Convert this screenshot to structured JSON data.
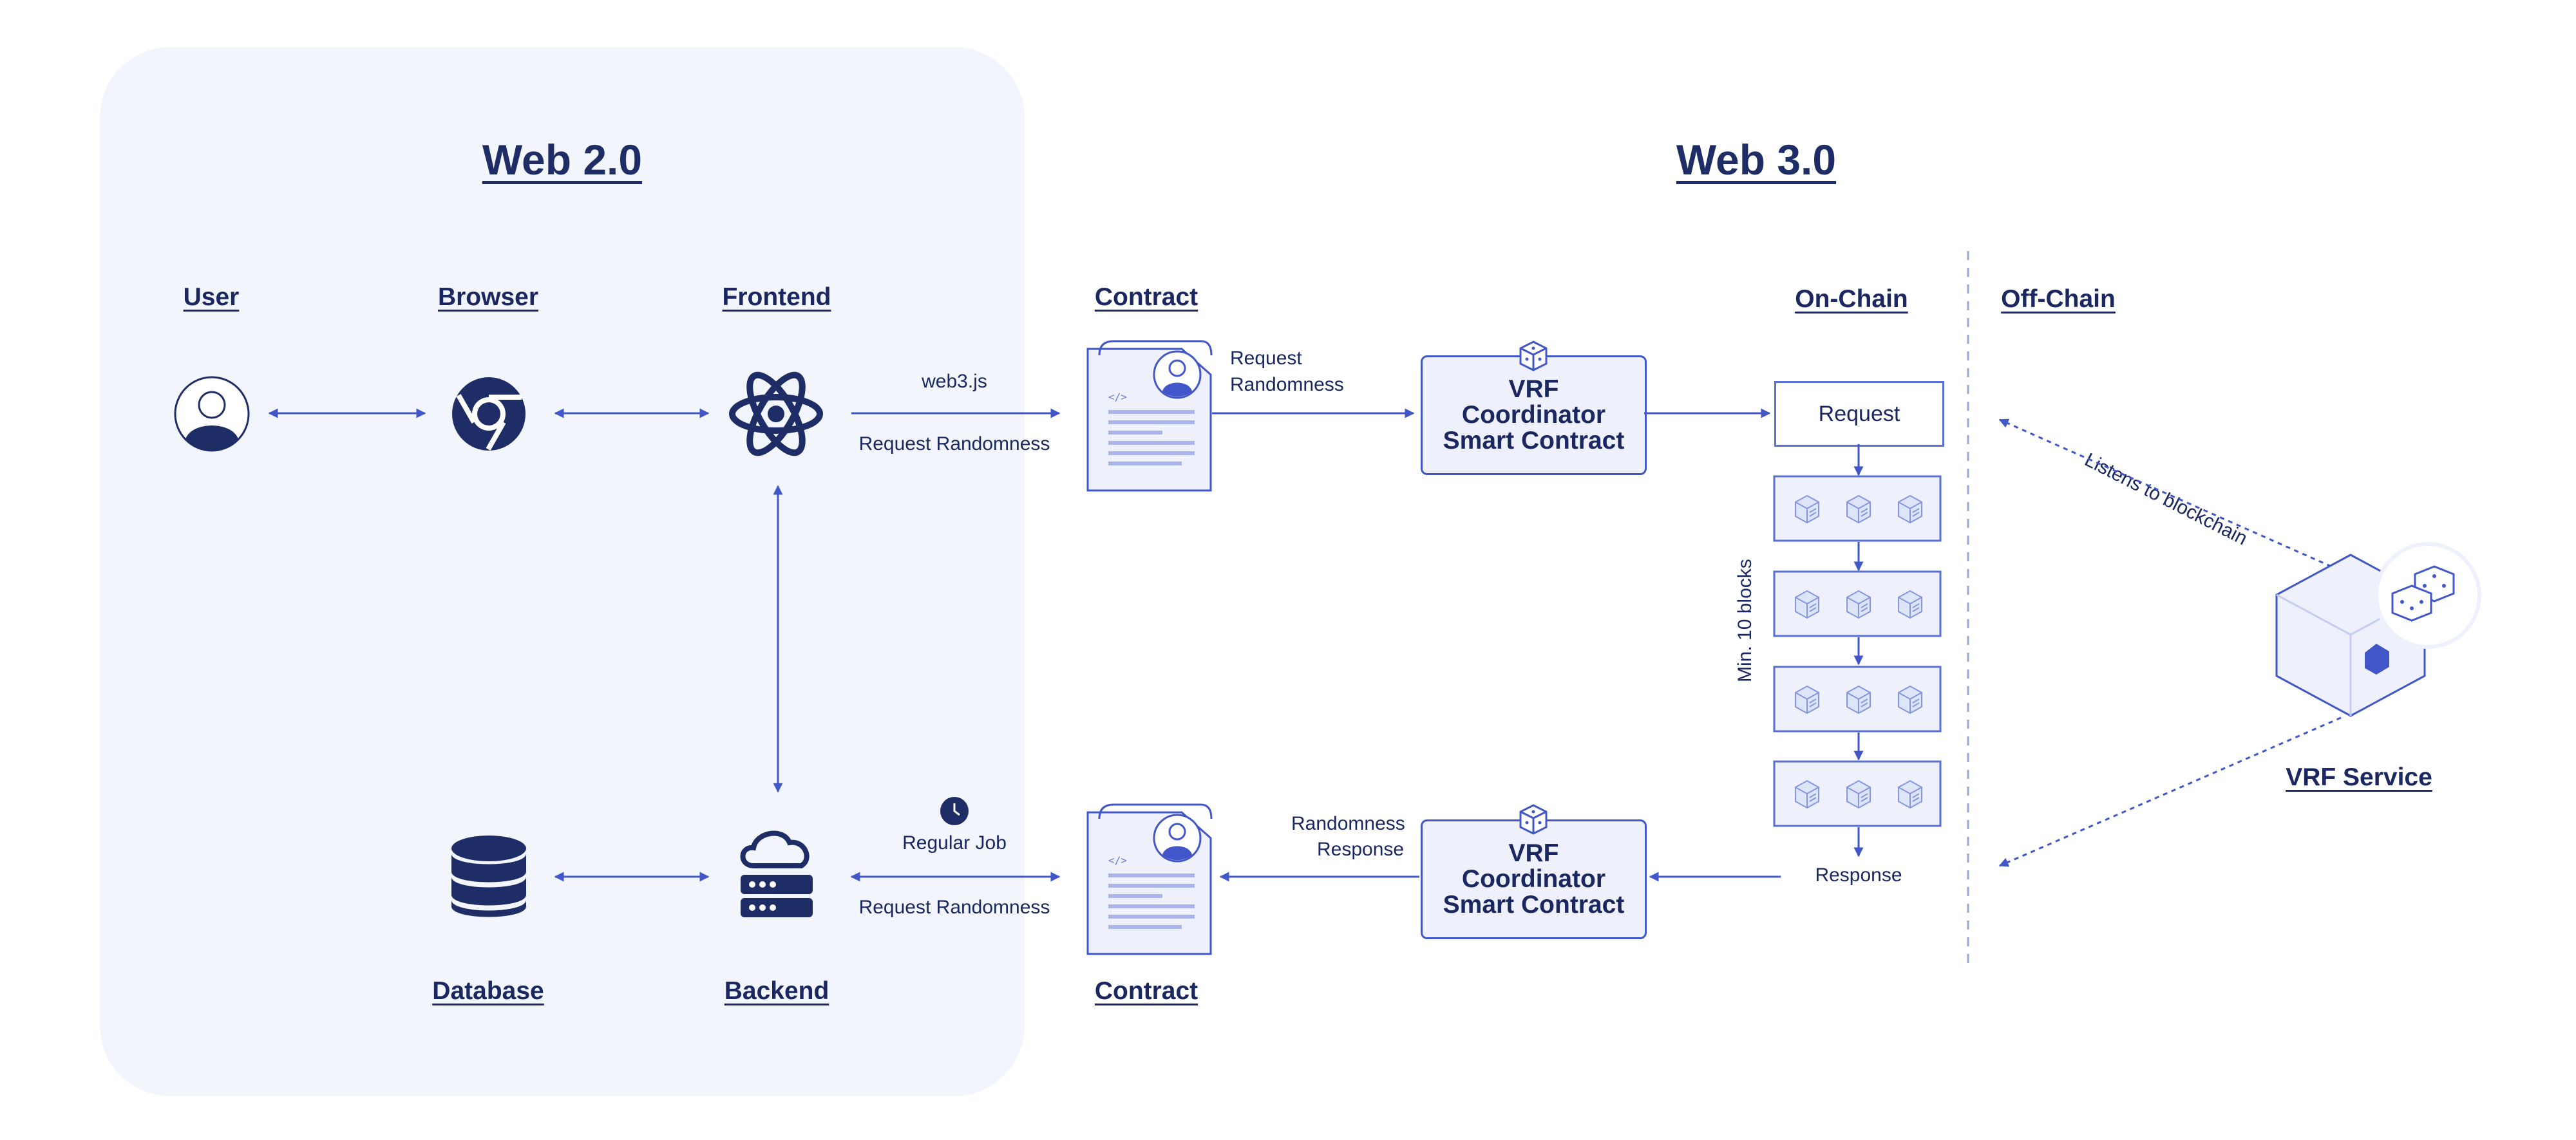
{
  "titles": {
    "web2": "Web 2.0",
    "web3": "Web 3.0"
  },
  "labels": {
    "user": "User",
    "browser": "Browser",
    "frontend": "Frontend",
    "contract_top": "Contract",
    "contract_bottom": "Contract",
    "database": "Database",
    "backend": "Backend",
    "on_chain": "On-Chain",
    "off_chain": "Off-Chain",
    "vrf_service": "VRF Service"
  },
  "edges": {
    "web3js": "web3.js",
    "request_randomness_top": "Request Randomness",
    "request_randomness_contract_1": "Request",
    "request_randomness_contract_2": "Randomness",
    "regular_job": "Regular Job",
    "request_randomness_bottom": "Request Randomness",
    "randomness_response_1": "Randomness",
    "randomness_response_2": "Response",
    "listens": "Listens to blockchain",
    "min_blocks": "Min. 10 blocks",
    "response": "Response"
  },
  "boxes": {
    "vrf_top": [
      "VRF",
      "Coordinator",
      "Smart Contract"
    ],
    "vrf_bottom": [
      "VRF",
      "Coordinator",
      "Smart Contract"
    ],
    "request": "Request"
  },
  "colors": {
    "accent": "#4056c9",
    "dark": "#1a2760",
    "panel": "#f3f5fc"
  }
}
